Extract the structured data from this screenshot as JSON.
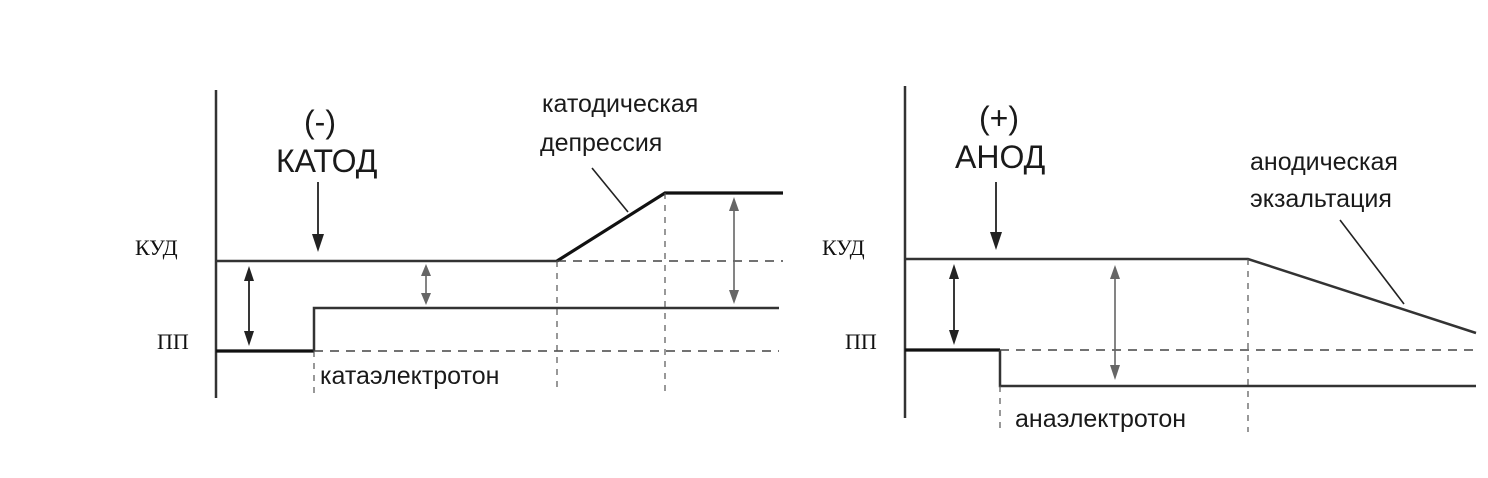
{
  "left_panel": {
    "polarity": "(-)",
    "electrode": "КАТОД",
    "kud": "КУД",
    "pp": "ПП",
    "region": "катаэлектротон",
    "annotation_line1": "катодическая",
    "annotation_line2": "депрессия"
  },
  "right_panel": {
    "polarity": "(+)",
    "electrode": "АНОД",
    "kud": "КУД",
    "pp": "ПП",
    "region": "анаэлектротон",
    "annotation_line1": "анодическая",
    "annotation_line2": "экзальтация"
  }
}
